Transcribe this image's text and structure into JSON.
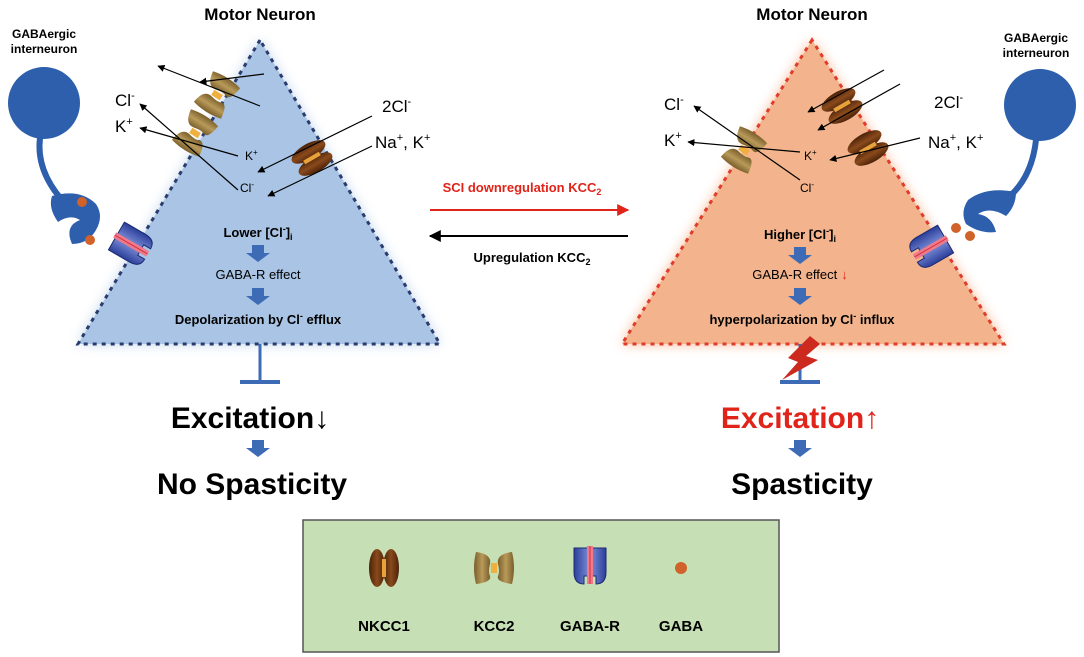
{
  "left": {
    "title": "Motor Neuron",
    "interneuron_line1": "GABAergic",
    "interneuron_line2": "interneuron",
    "cl_out": "Cl",
    "k_out": "K",
    "k_in": "K",
    "cl_in": "Cl",
    "two_cl": "2Cl",
    "na_k": "Na",
    "na_k_tail": ", K",
    "chloride_label": "Lower [Cl",
    "chloride_sub": "i",
    "gaba_effect": "GABA-R effect",
    "polarization_pre": "Depolarization by Cl",
    "polarization_post": " efflux",
    "excitation": "Excitation",
    "excitation_arrow": "↓",
    "outcome": "No Spasticity"
  },
  "right": {
    "title": "Motor Neuron",
    "interneuron_line1": "GABAergic",
    "interneuron_line2": "interneuron",
    "cl_out": "Cl",
    "k_out": "K",
    "k_in": "K",
    "cl_in": "Cl",
    "two_cl": "2Cl",
    "na_k": "Na",
    "na_k_tail": ", K",
    "chloride_label": "Higher [Cl",
    "chloride_sub": "i",
    "gaba_effect": "GABA-R effect",
    "gaba_effect_arrow": "↓",
    "polarization_pre": "hyperpolarization by Cl",
    "polarization_post": " influx",
    "excitation": "Excitation",
    "excitation_arrow": "↑",
    "outcome": "Spasticity"
  },
  "middle": {
    "downregulation": "SCI downregulation KCC",
    "downregulation_sub": "2",
    "upregulation": "Upregulation KCC",
    "upregulation_sub": "2"
  },
  "legend": {
    "items": [
      {
        "label": "NKCC1",
        "icon": "nkcc1-icon"
      },
      {
        "label": "KCC2",
        "icon": "kcc2-icon"
      },
      {
        "label": "GABA-R",
        "icon": "gaba-r-icon"
      },
      {
        "label": "GABA",
        "icon": "gaba-icon"
      }
    ]
  },
  "colors": {
    "left_fill": "#a9c4e4",
    "left_border": "#2a3c6e",
    "right_fill": "#f3b48d",
    "right_border": "#e03c2c",
    "blue_arrow": "#3d6bb5",
    "red_text": "#e0241a",
    "legend_bg": "#c6dfb5",
    "nkcc_brown": "#6a3410",
    "kcc_olive": "#9a7a3a",
    "gaba_dot": "#d0622a",
    "interneuron_blue": "#2d5fad"
  }
}
